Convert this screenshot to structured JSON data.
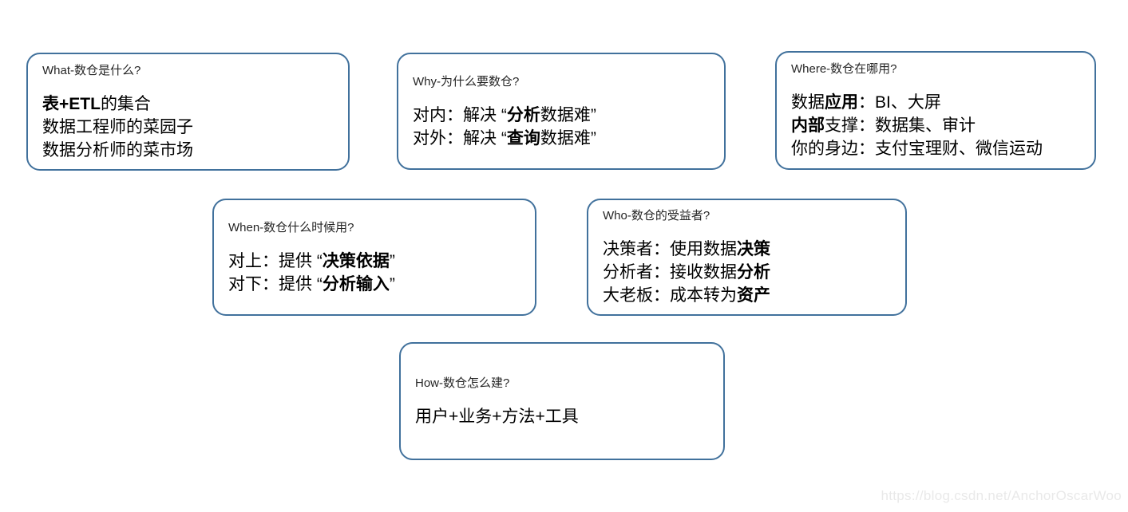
{
  "colors": {
    "box_border": "#41719C",
    "body_text": "#000000",
    "title_text": "#262626",
    "watermark_text": "#e9e9e9",
    "page_bg": "#ffffff"
  },
  "watermark": {
    "text": "https://blog.csdn.net/AnchorOscarWoo"
  },
  "boxes": [
    {
      "id": "what",
      "title": "What-数仓是什么?",
      "lines": [
        {
          "segments": [
            {
              "text": "表+ETL",
              "bold": true
            },
            {
              "text": "的集合",
              "bold": false
            }
          ]
        },
        {
          "segments": [
            {
              "text": "数据工程师的菜园子",
              "bold": false
            }
          ]
        },
        {
          "segments": [
            {
              "text": "数据分析师的菜市场",
              "bold": false
            }
          ]
        }
      ]
    },
    {
      "id": "why",
      "title": "Why-为什么要数仓?",
      "lines": [
        {
          "segments": [
            {
              "text": "对内：解决 “",
              "bold": false
            },
            {
              "text": "分析",
              "bold": true
            },
            {
              "text": "数据难”",
              "bold": false
            }
          ]
        },
        {
          "segments": [
            {
              "text": "对外：解决 “",
              "bold": false
            },
            {
              "text": "查询",
              "bold": true
            },
            {
              "text": "数据难”",
              "bold": false
            }
          ]
        }
      ]
    },
    {
      "id": "where",
      "title": "Where-数仓在哪用?",
      "lines": [
        {
          "segments": [
            {
              "text": "数据",
              "bold": false
            },
            {
              "text": "应用",
              "bold": true
            },
            {
              "text": "：BI、大屏",
              "bold": false
            }
          ]
        },
        {
          "segments": [
            {
              "text": "内部",
              "bold": true
            },
            {
              "text": "支撑：数据集、审计",
              "bold": false
            }
          ]
        },
        {
          "segments": [
            {
              "text": "你的身边：支付宝理财、微信运动",
              "bold": false
            }
          ]
        }
      ]
    },
    {
      "id": "when",
      "title": "When-数仓什么时候用?",
      "lines": [
        {
          "segments": [
            {
              "text": "对上：提供 “",
              "bold": false
            },
            {
              "text": "决策依据",
              "bold": true
            },
            {
              "text": "”",
              "bold": false
            }
          ]
        },
        {
          "segments": [
            {
              "text": "对下：提供 “",
              "bold": false
            },
            {
              "text": "分析输入",
              "bold": true
            },
            {
              "text": "”",
              "bold": false
            }
          ]
        }
      ]
    },
    {
      "id": "who",
      "title": "Who-数仓的受益者?",
      "lines": [
        {
          "segments": [
            {
              "text": "决策者：使用数据",
              "bold": false
            },
            {
              "text": "决策",
              "bold": true
            }
          ]
        },
        {
          "segments": [
            {
              "text": "分析者：接收数据",
              "bold": false
            },
            {
              "text": "分析",
              "bold": true
            }
          ]
        },
        {
          "segments": [
            {
              "text": "大老板：成本转为",
              "bold": false
            },
            {
              "text": "资产",
              "bold": true
            }
          ]
        }
      ]
    },
    {
      "id": "how",
      "title": "How-数仓怎么建?",
      "lines": [
        {
          "segments": [
            {
              "text": "用户+业务+方法+工具",
              "bold": false
            }
          ]
        }
      ]
    }
  ]
}
